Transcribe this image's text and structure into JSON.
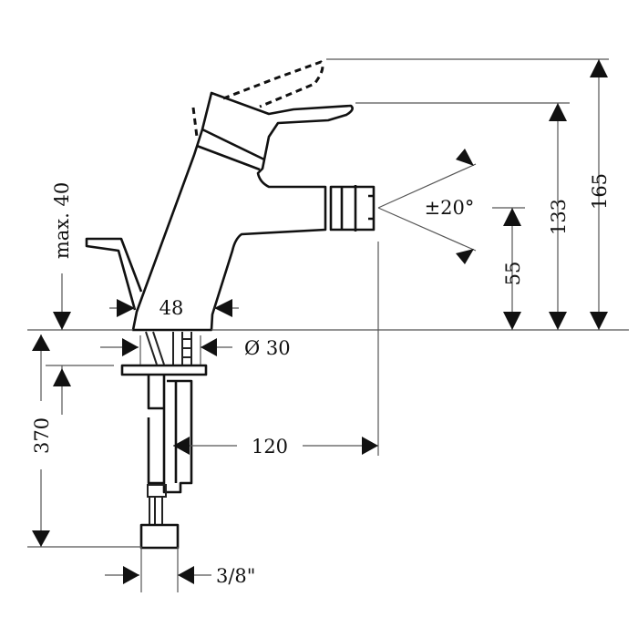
{
  "drawing": {
    "title": "Bidet mixer dimension drawing",
    "dimensions": {
      "total_height": "165",
      "lever_height": "133",
      "spray_height": "55",
      "spray_angle": "±20°",
      "max_deck_thickness": "max. 40",
      "body_width": "48",
      "shank_diameter": "Ø 30",
      "reach": "120",
      "hose_length": "370",
      "connection": "3/8\""
    },
    "colors": {
      "line": "#111111",
      "background": "#ffffff"
    }
  }
}
